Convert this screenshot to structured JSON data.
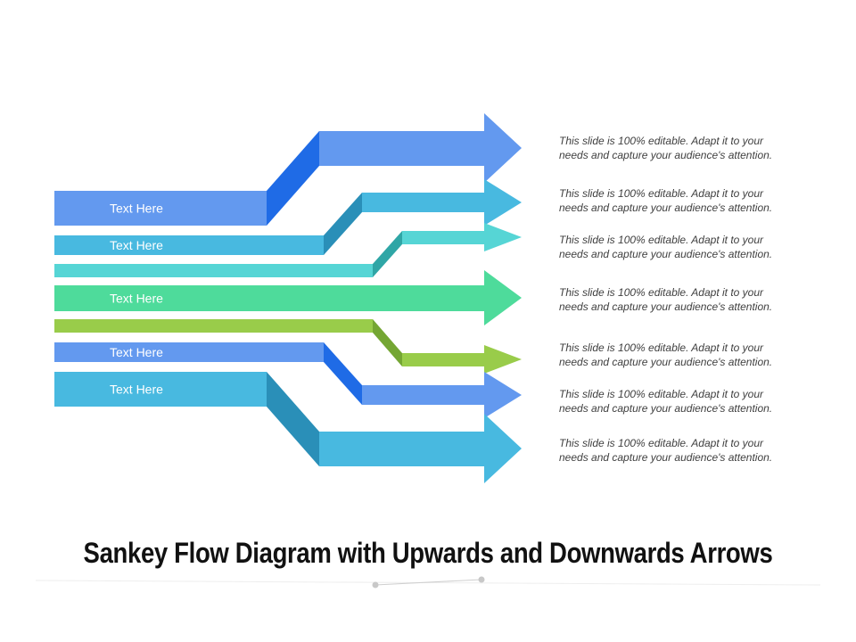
{
  "title": "Sankey Flow Diagram with Upwards and Downwards Arrows",
  "flows": [
    {
      "label": "Text Here",
      "color": "#6399ef",
      "fold_color": "#1f6be6",
      "description_line1": "This slide is 100% editable. Adapt it to your",
      "description_line2": "needs and capture your audience's attention."
    },
    {
      "label": "Text Here",
      "color": "#48b9e0",
      "fold_color": "#2a8fb8",
      "description_line1": "This slide is 100% editable. Adapt it to your",
      "description_line2": "needs and capture your audience's attention."
    },
    {
      "label": "",
      "color": "#56d5d5",
      "fold_color": "#2fa6a6",
      "description_line1": "This slide is 100% editable. Adapt it to your",
      "description_line2": "needs and capture your audience's attention."
    },
    {
      "label": "Text Here",
      "color": "#4edb9b",
      "fold_color": "#4edb9b",
      "description_line1": "This slide is 100% editable. Adapt it to your",
      "description_line2": "needs and capture your audience's attention."
    },
    {
      "label": "",
      "color": "#99cc4a",
      "fold_color": "#74a633",
      "description_line1": "This slide is 100% editable. Adapt it to your",
      "description_line2": "needs and capture your audience's attention."
    },
    {
      "label": "Text Here",
      "color": "#6399ef",
      "fold_color": "#1f6be6",
      "description_line1": "This slide is 100% editable. Adapt it to your",
      "description_line2": "needs and capture your audience's attention."
    },
    {
      "label": "Text Here",
      "color": "#48b9e0",
      "fold_color": "#2a8fb8",
      "description_line1": "This slide is 100% editable. Adapt it to your",
      "description_line2": "needs and capture your audience's attention."
    }
  ]
}
